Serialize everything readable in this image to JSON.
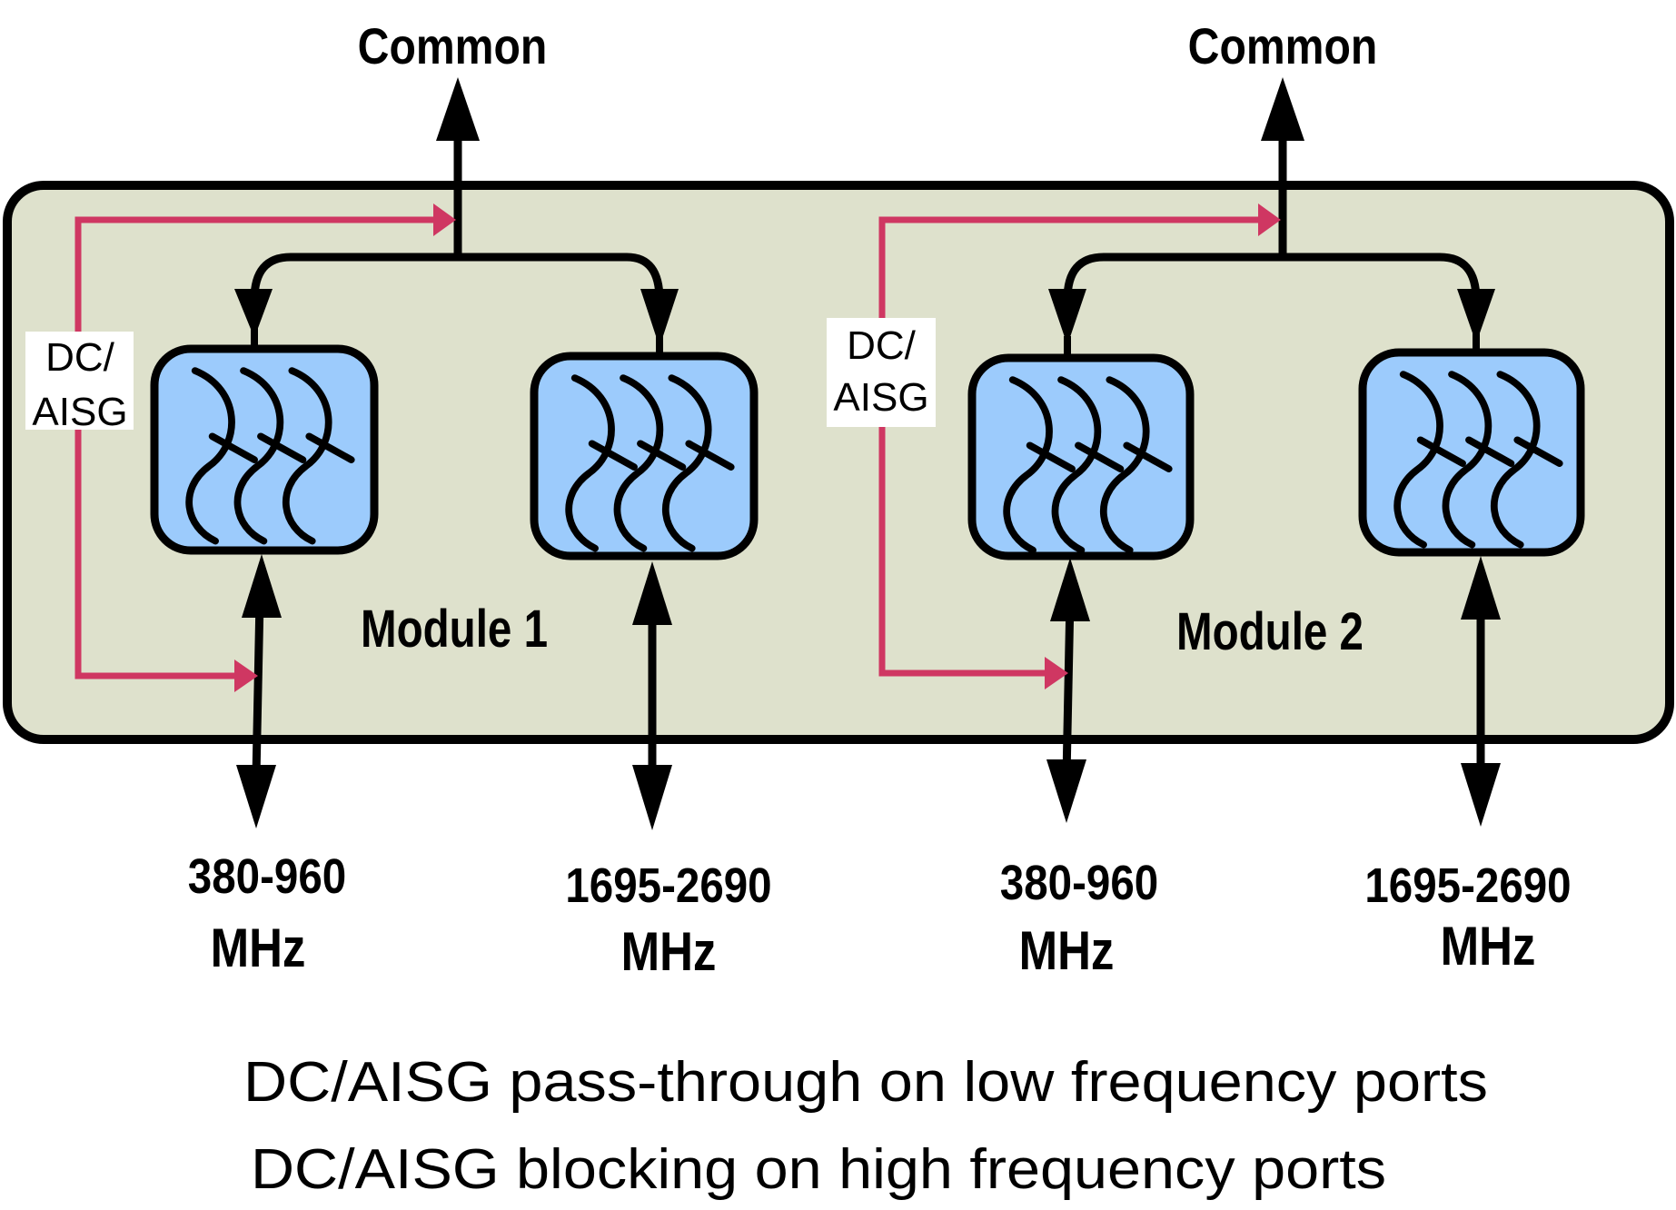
{
  "colors": {
    "module_bg": "#dee1cc",
    "filter_bg": "#9ccbfc",
    "dc_path": "#cf3762",
    "line": "#000000",
    "label_bg": "#ffffff"
  },
  "modules": [
    {
      "name": "Module 1",
      "common_label": "Common",
      "dc_label_line1": "DC/",
      "dc_label_line2": "AISG",
      "ports": [
        {
          "freq": "380-960",
          "unit": "MHz",
          "dc": "pass-through"
        },
        {
          "freq": "1695-2690",
          "unit": "MHz",
          "dc": "blocking"
        }
      ]
    },
    {
      "name": "Module 2",
      "common_label": "Common",
      "dc_label_line1": "DC/",
      "dc_label_line2": "AISG",
      "ports": [
        {
          "freq": "380-960",
          "unit": "MHz",
          "dc": "pass-through"
        },
        {
          "freq": "1695-2690",
          "unit": "MHz",
          "dc": "blocking"
        }
      ]
    }
  ],
  "captions": [
    "DC/AISG pass-through on low frequency ports",
    "DC/AISG blocking on high frequency ports"
  ]
}
